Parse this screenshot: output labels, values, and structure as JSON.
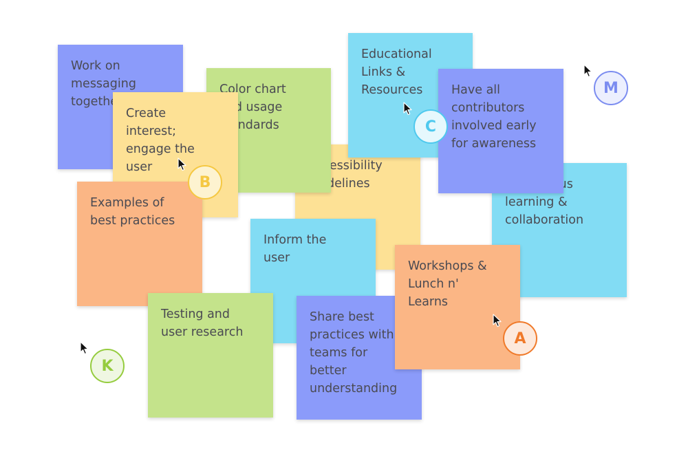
{
  "colors": {
    "purple": "#8b9bfa",
    "yellow": "#fde195",
    "green": "#c4e38b",
    "blue": "#82dcf4",
    "orange": "#fbb685"
  },
  "notes": {
    "messaging": "Work on\nmessaging\ntogether",
    "color_chart": "Color chart\nand usage\nstandards",
    "accessibility": "Accessibility\nguidelines",
    "educational": "Educational\nLinks &\nResources",
    "continuous": "Continuous\nlearning &\ncollaboration",
    "contributors": "Have all\ncontributors\ninvolved early\nfor awareness",
    "create_interest": "Create\ninterest;\nengage the\nuser",
    "examples": "Examples of\nbest practices",
    "inform": "Inform the\nuser",
    "testing": "Testing and\nuser research",
    "share": "Share best\npractices with\nteams for\nbetter\nunderstanding",
    "workshops": "Workshops &\nLunch n'\nLearns"
  },
  "collaborators": [
    {
      "initial": "M",
      "color": "#7b8cf0",
      "fill": "#eceffe",
      "icon": "cursor-icon"
    },
    {
      "initial": "C",
      "color": "#4fc9ee",
      "fill": "#e6f8fd",
      "icon": "cursor-icon"
    },
    {
      "initial": "B",
      "color": "#f5c842",
      "fill": "#fdf3d0",
      "icon": "cursor-icon"
    },
    {
      "initial": "A",
      "color": "#f07a2a",
      "fill": "#fde9dc",
      "icon": "cursor-icon"
    },
    {
      "initial": "K",
      "color": "#95cc3e",
      "fill": "#eff7e2",
      "icon": "cursor-icon"
    }
  ]
}
